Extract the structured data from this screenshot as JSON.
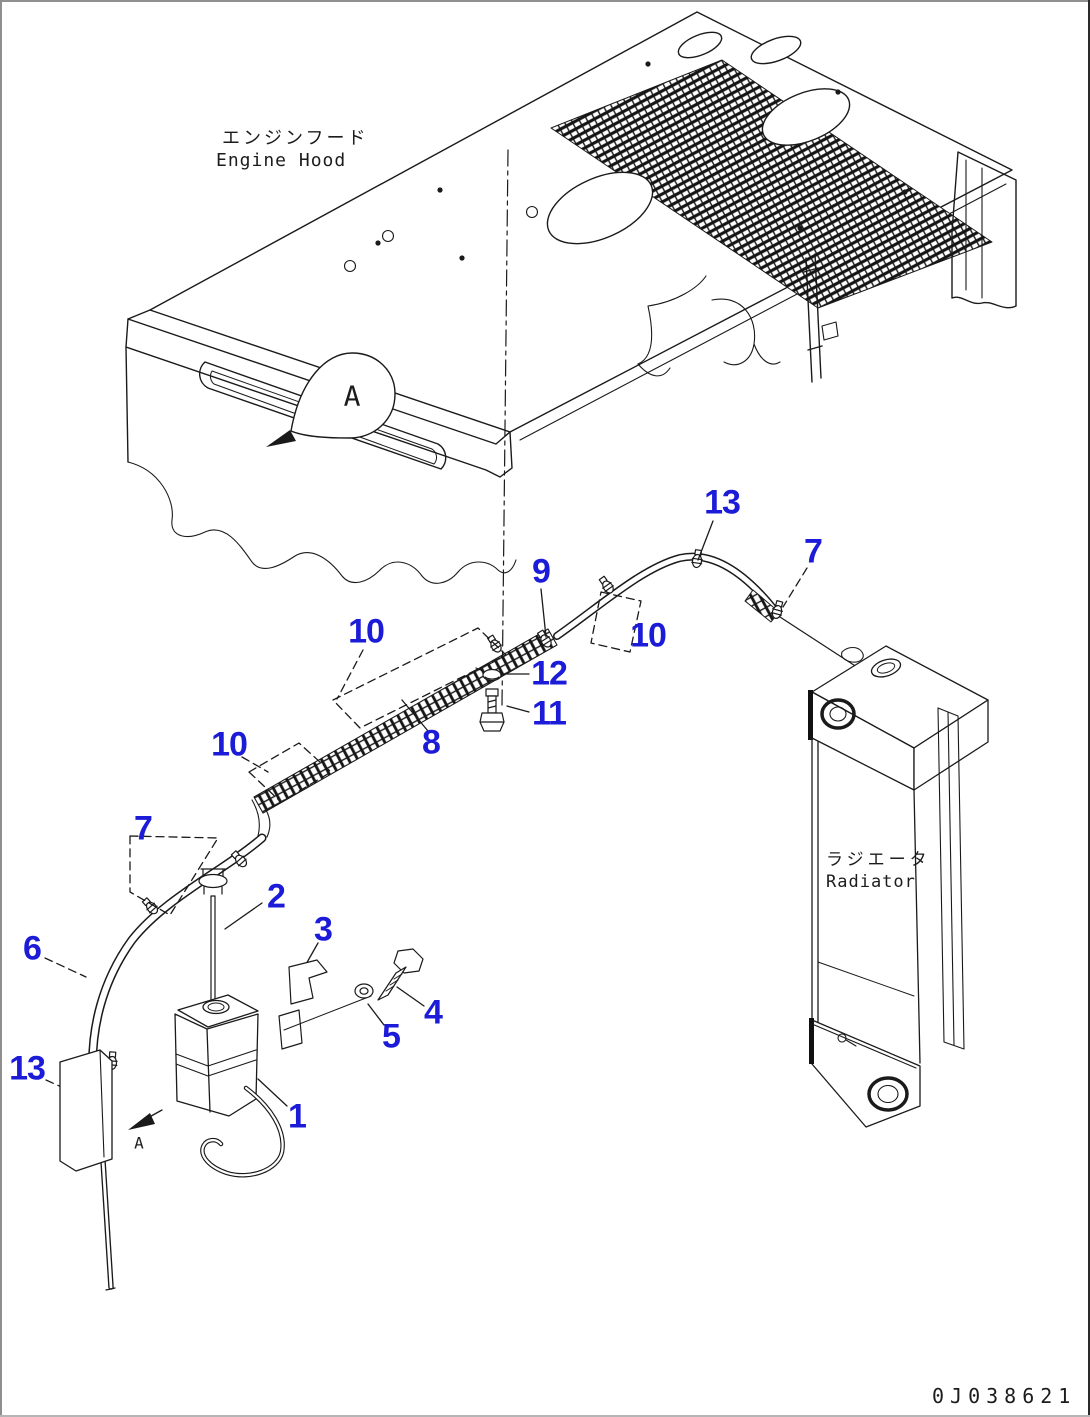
{
  "drawing": {
    "number": "0J038621"
  },
  "colors": {
    "callout_blue": "#1b1bd8",
    "line_black": "#1a1a1a",
    "frame_gray": "#8f8f8f",
    "background": "#ffffff"
  },
  "labels": {
    "engine_hood_jp": "エンジンフード",
    "engine_hood_en": "Engine Hood",
    "radiator_jp": "ラジエータ",
    "radiator_en": "Radiator",
    "view_balloon": "A",
    "view_arrow_letter": "A"
  },
  "callouts": [
    {
      "text": "13"
    },
    {
      "text": "7"
    },
    {
      "text": "9"
    },
    {
      "text": "10"
    },
    {
      "text": "10"
    },
    {
      "text": "12"
    },
    {
      "text": "11"
    },
    {
      "text": "10"
    },
    {
      "text": "8"
    },
    {
      "text": "7"
    },
    {
      "text": "2"
    },
    {
      "text": "3"
    },
    {
      "text": "6"
    },
    {
      "text": "4"
    },
    {
      "text": "5"
    },
    {
      "text": "13"
    },
    {
      "text": "1"
    }
  ]
}
